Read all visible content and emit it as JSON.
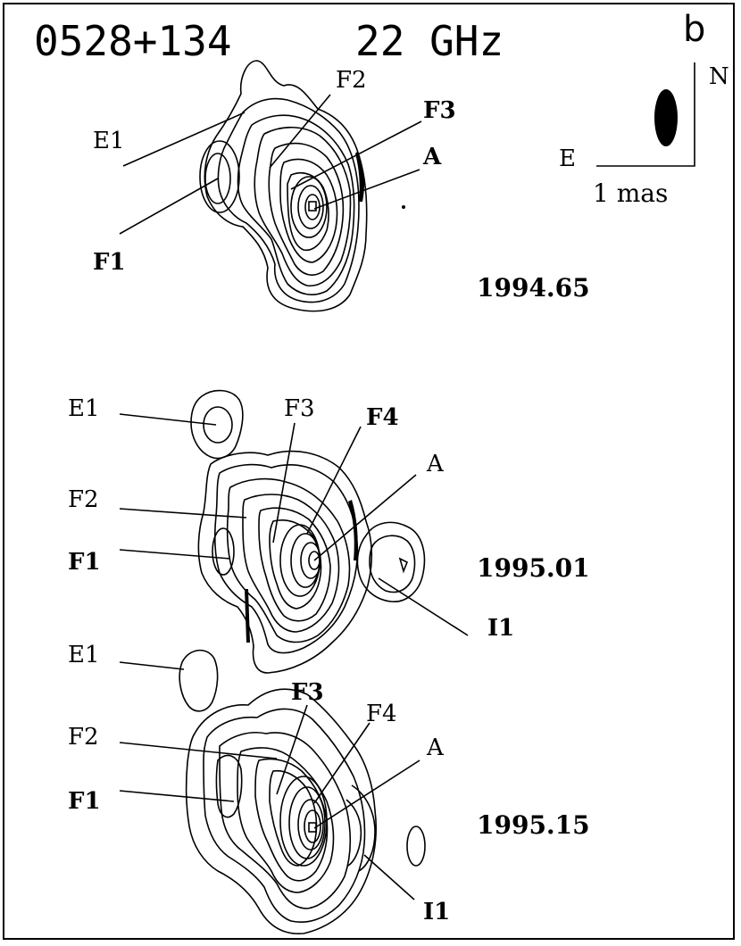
{
  "figure": {
    "source": "0528+134",
    "frequency": "22 GHz",
    "panel": "b",
    "compass": {
      "north": "N",
      "east": "E"
    },
    "scale_bar": "1 mas"
  },
  "epochs": [
    {
      "epoch": "1994.65",
      "labels": [
        "E1",
        "F2",
        "F3",
        "A",
        "F1"
      ]
    },
    {
      "epoch": "1995.01",
      "labels": [
        "E1",
        "F3",
        "F4",
        "A",
        "F2",
        "F1",
        "I1"
      ]
    },
    {
      "epoch": "1995.15",
      "labels": [
        "E1",
        "F3",
        "F4",
        "F2",
        "A",
        "F1",
        "I1"
      ]
    }
  ]
}
